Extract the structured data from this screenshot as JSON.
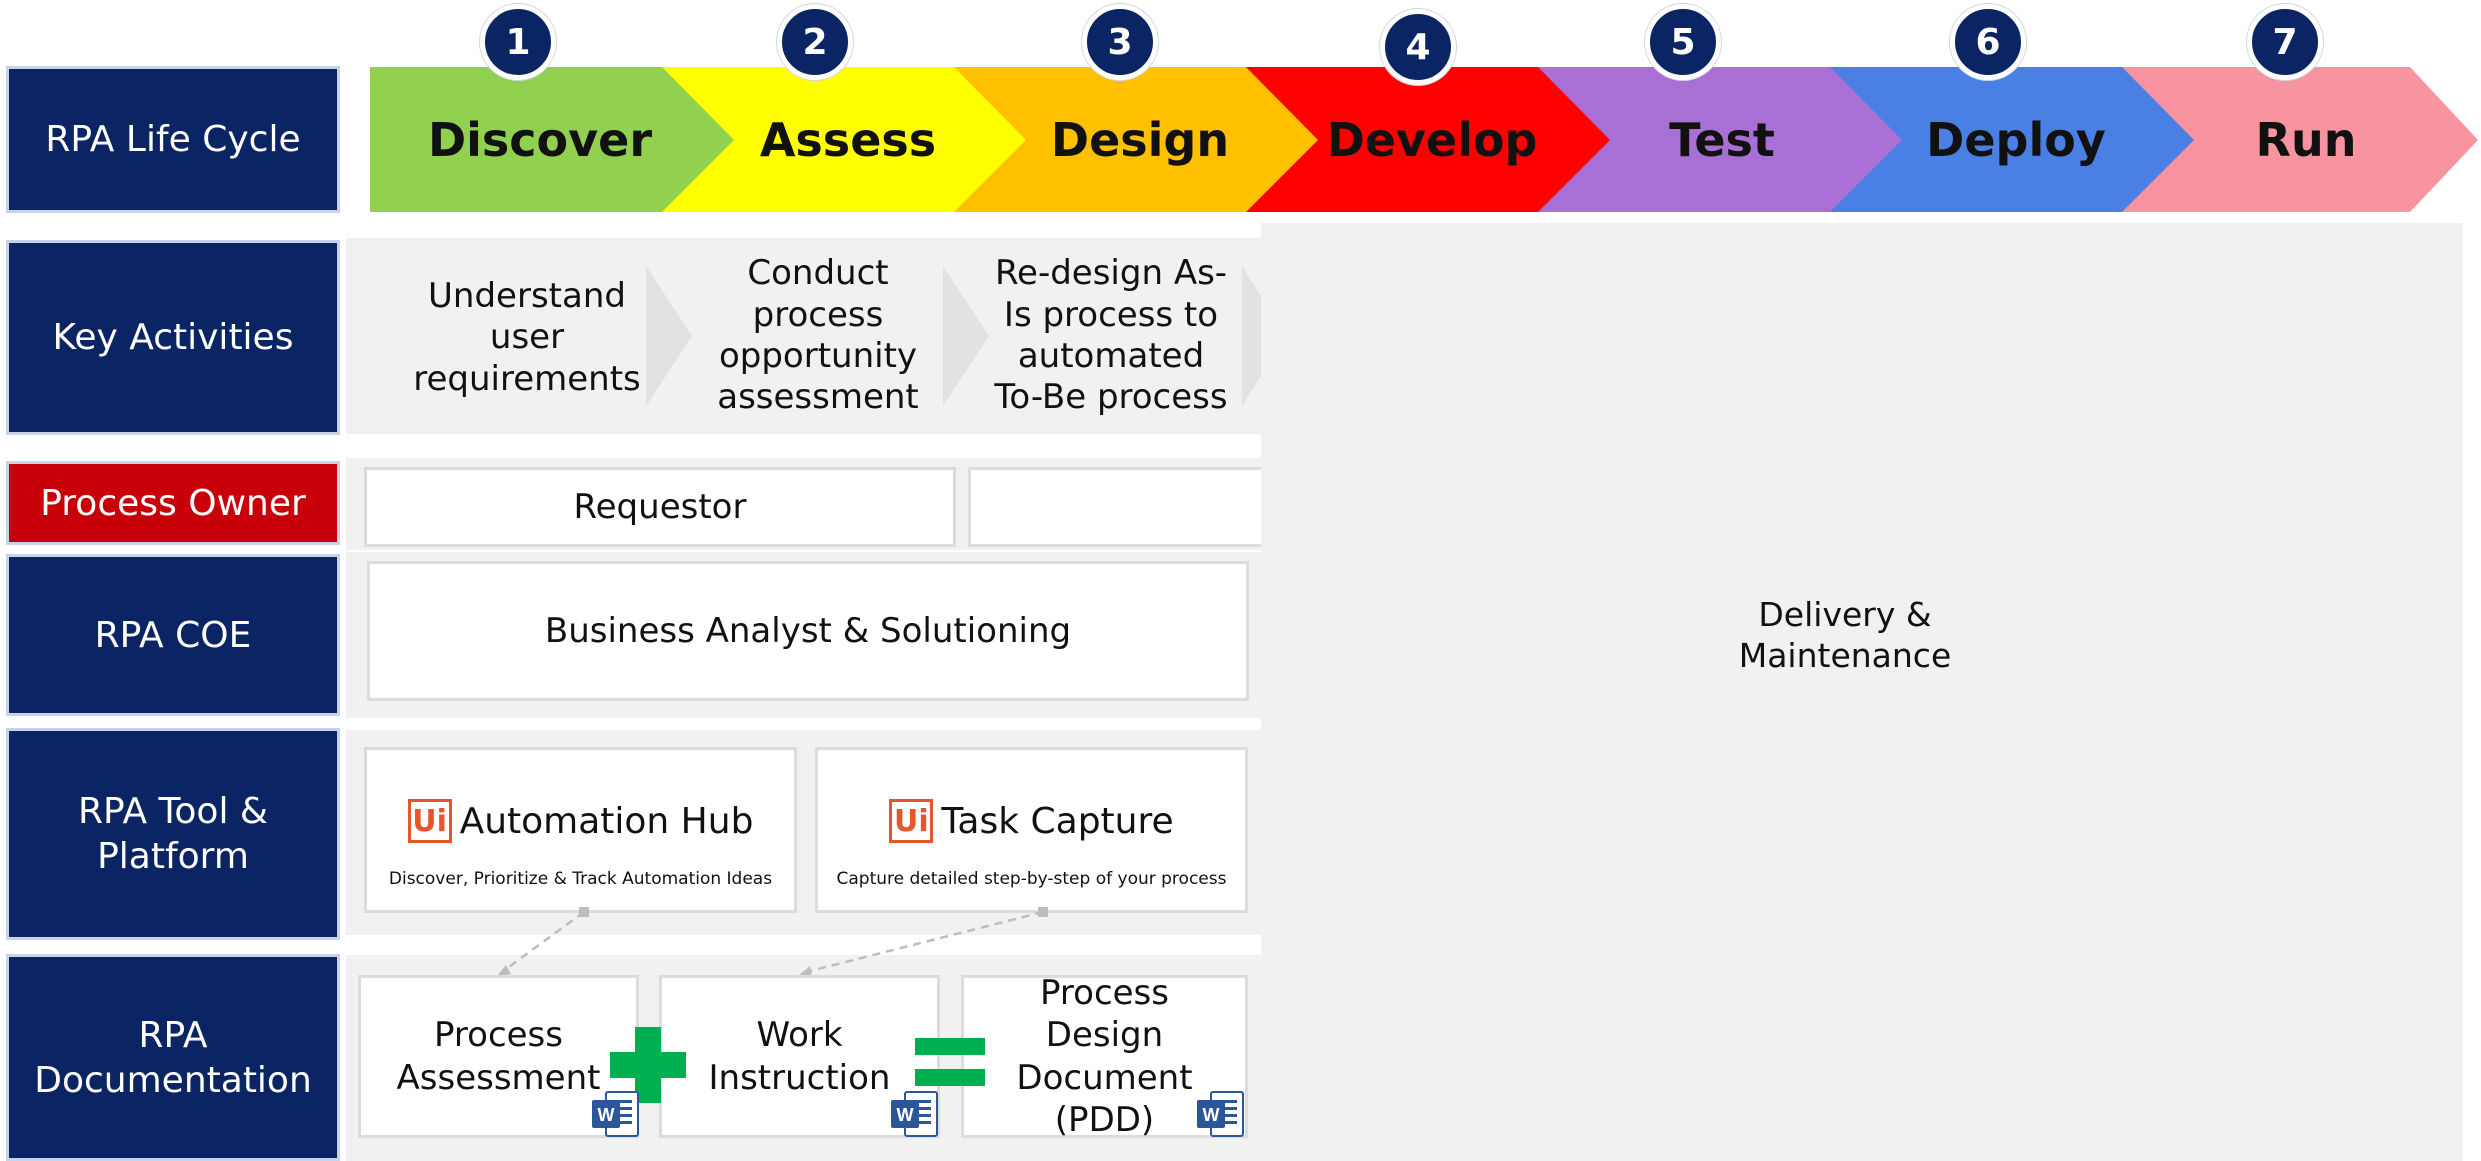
{
  "lifecycle": {
    "title": "RPA Life Cycle",
    "stages": [
      {
        "num": "1",
        "label": "Discover",
        "color": "#92d050"
      },
      {
        "num": "2",
        "label": "Assess",
        "color": "#ffff00"
      },
      {
        "num": "3",
        "label": "Design",
        "color": "#ffc000"
      },
      {
        "num": "4",
        "label": "Develop",
        "color": "#ff0000"
      },
      {
        "num": "5",
        "label": "Test",
        "color": "#a86fd5"
      },
      {
        "num": "6",
        "label": "Deploy",
        "color": "#4a7fe3"
      },
      {
        "num": "7",
        "label": "Run",
        "color": "#f7949f"
      }
    ]
  },
  "rows": {
    "key_activities": "Key Activities",
    "process_owner": "Process Owner",
    "rpa_coe": "RPA COE",
    "rpa_tool": "RPA Tool & Platform",
    "rpa_documentation": "RPA Documentation"
  },
  "activities": [
    "Understand user requirements",
    "Conduct process opportunity assessment",
    "Re-design As-Is process to automated To-Be process"
  ],
  "owner": {
    "requestor": "Requestor"
  },
  "coe": {
    "analyst": "Business Analyst & Solutioning"
  },
  "tools": [
    {
      "logo": "Ui",
      "name": "Automation Hub",
      "desc": "Discover, Prioritize & Track Automation Ideas"
    },
    {
      "logo": "Ui",
      "name": "Task Capture",
      "desc": "Capture detailed step-by-step of your process"
    }
  ],
  "docs": {
    "process_assessment": "Process Assessment",
    "work_instruction": "Work Instruction",
    "pdd": "Process Design Document (PDD)",
    "word_icon": "word-document-icon",
    "plus_color": "#00b050"
  },
  "delivery": "Delivery & Maintenance",
  "colors": {
    "navy": "#0b2463",
    "red_label": "#c8000a",
    "band": "#f1f1f1",
    "ui_orange": "#e8542b",
    "word_blue": "#2b579a"
  }
}
